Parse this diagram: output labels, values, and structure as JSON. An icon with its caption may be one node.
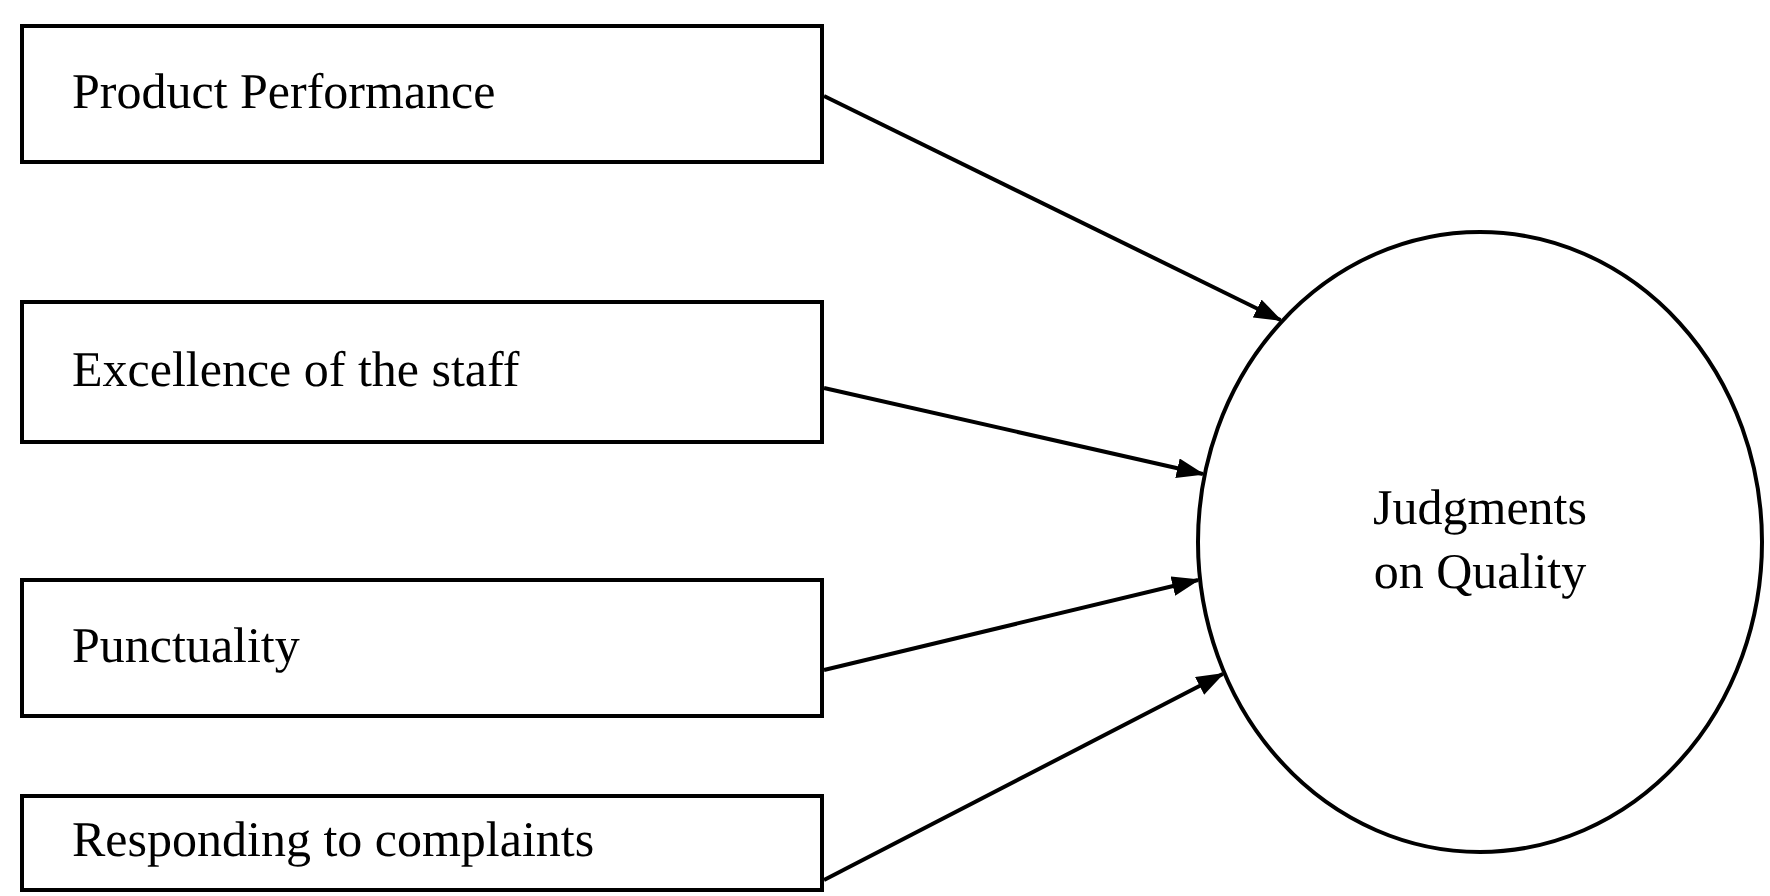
{
  "diagram": {
    "nodes": [
      {
        "text": [
          "Product Performance"
        ]
      },
      {
        "text": [
          "Excellence of the staff"
        ]
      },
      {
        "text": [
          "Punctuality"
        ]
      },
      {
        "text": [
          "Responding to complaints"
        ]
      },
      {
        "text": [
          "Judgments on Quality"
        ]
      }
    ],
    "edges": [
      {
        "from": 0,
        "to": 4,
        "arrow": "to"
      },
      {
        "from": 1,
        "to": 4,
        "arrow": "to"
      },
      {
        "from": 2,
        "to": 4,
        "arrow": "to"
      },
      {
        "from": 3,
        "to": 4,
        "arrow": "to"
      }
    ]
  }
}
